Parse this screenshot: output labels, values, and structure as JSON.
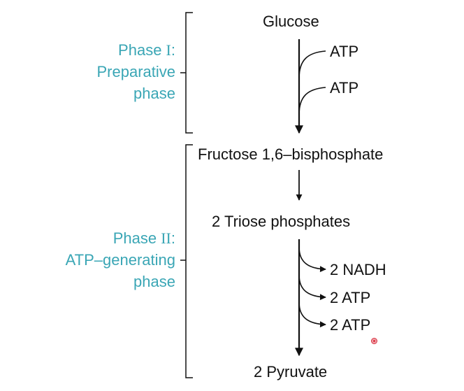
{
  "phases": [
    {
      "line1_name": "Phase ",
      "line1_num": "I",
      "line1_colon": ":",
      "line2": "Preparative",
      "line3": "phase"
    },
    {
      "line1_name": "Phase ",
      "line1_num": "II",
      "line1_colon": ":",
      "line2": "ATP–generating",
      "line3": "phase"
    }
  ],
  "nodes": {
    "glucose": "Glucose",
    "fructose": "Fructose 1,6–bisphosphate",
    "triose": "2 Triose phosphates",
    "pyruvate": "2 Pyruvate"
  },
  "branches": {
    "phase1": [
      "ATP",
      "ATP"
    ],
    "phase2": [
      "2 NADH",
      "2 ATP",
      "2 ATP"
    ]
  },
  "colors": {
    "phase_label": "#3aa6b5",
    "text": "#111111",
    "cursor_marker": "#d8303f"
  }
}
